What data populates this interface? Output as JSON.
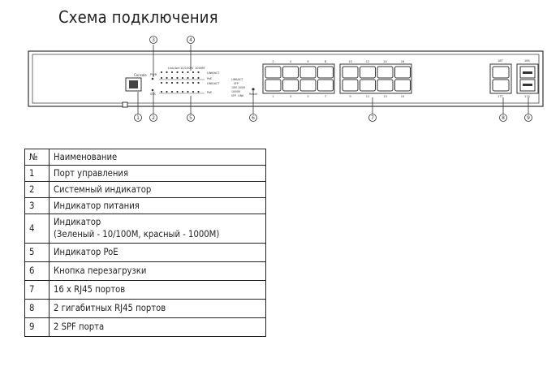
{
  "title": "Схема подключения",
  "panel": {
    "console_label": "Console",
    "led_group_1": [
      "PWR",
      "SYS"
    ],
    "led_header": [
      "Link/Act",
      "10/100M",
      "1000M"
    ],
    "led_row_label_top": "LINK/ACT",
    "led_row_label_poe": "PoE",
    "led_row_label_mid": "LINK/ACT",
    "led_row_label_bottom": "PoE",
    "status_labels": [
      "LINK/ACT",
      "SFP",
      "10M",
      "100M",
      "1000M",
      "SFP",
      "LINK"
    ],
    "reset_label": "Reset",
    "top_port_numbers": [
      "2",
      "4",
      "6",
      "8",
      "10",
      "12",
      "14",
      "16"
    ],
    "bottom_port_numbers": [
      "1",
      "3",
      "5",
      "7",
      "9",
      "11",
      "13",
      "15"
    ],
    "uplink_top": "18T",
    "uplink_bottom": "17T",
    "sfp_top": "18S",
    "sfp_bottom": "17S",
    "callouts_top": [
      "3",
      "4"
    ],
    "callouts_bottom": [
      "1",
      "2",
      "5",
      "6",
      "7",
      "8",
      "9"
    ]
  },
  "table": {
    "header": [
      "№",
      "Наименование"
    ],
    "rows": [
      {
        "n": "1",
        "desc": "Порт управления"
      },
      {
        "n": "2",
        "desc": "Системный индикатор"
      },
      {
        "n": "3",
        "desc": "Индикатор питания"
      },
      {
        "n": "4",
        "desc": "Индикатор",
        "desc2": "(Зеленый - 10/100M, красный - 1000M)"
      },
      {
        "n": "5",
        "desc": "Индикатор PoE"
      },
      {
        "n": "6",
        "desc": "Кнопка перезагрузки"
      },
      {
        "n": "7",
        "desc": "16 x RJ45 портов"
      },
      {
        "n": "8",
        "desc": "2 гигабитных RJ45 портов"
      },
      {
        "n": "9",
        "desc": "2 SPF порта"
      }
    ]
  }
}
